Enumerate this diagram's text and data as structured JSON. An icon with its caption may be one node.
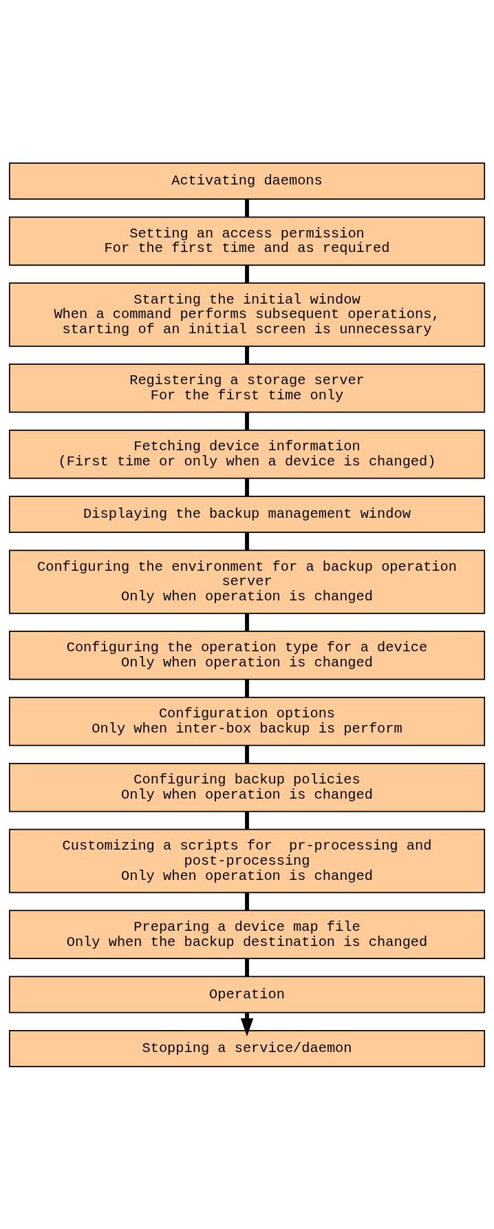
{
  "diagram": {
    "nodes": [
      {
        "text": [
          "Activating daemons"
        ]
      },
      {
        "text": [
          "Setting an access permission",
          "For the first time and as required"
        ]
      },
      {
        "text": [
          "Starting the initial window",
          "When a command performs subsequent operations, starting of an initial screen is unnecessary"
        ]
      },
      {
        "text": [
          "Registering a storage server",
          "For the first time only"
        ]
      },
      {
        "text": [
          "Fetching device information",
          "(First time or only when a device is changed)"
        ]
      },
      {
        "text": [
          "Displaying the backup management window"
        ]
      },
      {
        "text": [
          "Configuring the environment for a backup operation server",
          "Only when operation is changed"
        ]
      },
      {
        "text": [
          "Configuring the operation type for a device",
          "Only when operation is changed"
        ]
      },
      {
        "text": [
          "Configuration options",
          "Only when inter-box backup is perform"
        ]
      },
      {
        "text": [
          "Configuring backup policies",
          "Only when operation is changed"
        ]
      },
      {
        "text": [
          "Customizing a scripts for  pr-processing and post-processing",
          "Only when operation is changed"
        ]
      },
      {
        "text": [
          "Preparing a device map file",
          "Only when the backup destination is changed"
        ]
      },
      {
        "text": [
          "Operation"
        ]
      },
      {
        "text": [
          "Stopping a service/daemon"
        ]
      }
    ],
    "edges": [
      {
        "from": 0,
        "to": 1,
        "arrow": "none"
      },
      {
        "from": 1,
        "to": 2,
        "arrow": "none"
      },
      {
        "from": 2,
        "to": 3,
        "arrow": "none"
      },
      {
        "from": 3,
        "to": 4,
        "arrow": "none"
      },
      {
        "from": 4,
        "to": 5,
        "arrow": "none"
      },
      {
        "from": 5,
        "to": 6,
        "arrow": "none"
      },
      {
        "from": 6,
        "to": 7,
        "arrow": "none"
      },
      {
        "from": 7,
        "to": 8,
        "arrow": "none"
      },
      {
        "from": 8,
        "to": 9,
        "arrow": "none"
      },
      {
        "from": 9,
        "to": 10,
        "arrow": "none"
      },
      {
        "from": 10,
        "to": 11,
        "arrow": "none"
      },
      {
        "from": 11,
        "to": 12,
        "arrow": "none"
      },
      {
        "from": 12,
        "to": 13,
        "arrow": "to"
      }
    ]
  }
}
